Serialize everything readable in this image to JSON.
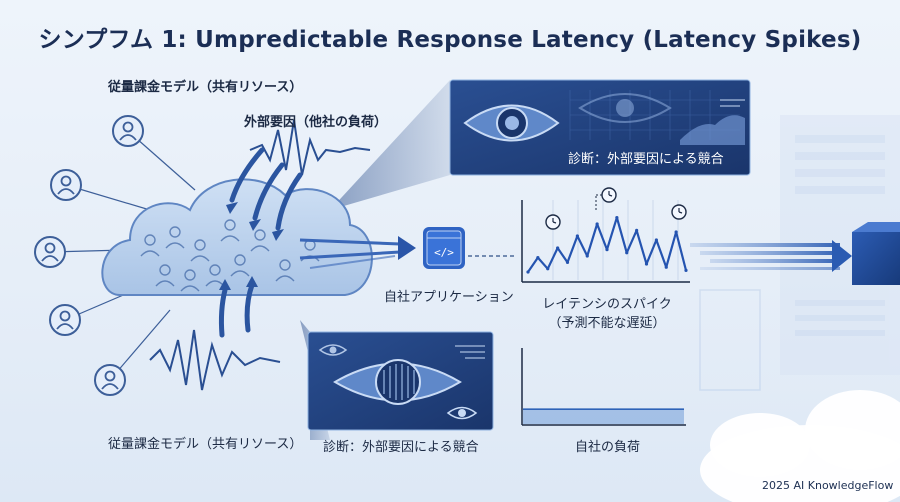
{
  "title": "シンプフム 1: Umpredictable Response Latency (Latency Spikes)",
  "labels": {
    "usage_model_top": "従量課金モデル（共有リソース）",
    "external_factor": "外部要因（他社の負荷）",
    "usage_model_bottom": "従量課金モデル（共有リソース）",
    "own_app": "自社アプリケーション",
    "latency_spike_line1": "レイテンシのスパイク",
    "latency_spike_line2": "（予測不能な遅延）",
    "own_load": "自社の負荷"
  },
  "panels": {
    "top_caption": "診断：外部要因による競合",
    "bottom_caption": "診断：外部要因による競合"
  },
  "app_icon": "code-window-icon",
  "footer": "2025 AI KnowledgeFlow",
  "colors": {
    "navy": "#1b3a78",
    "blue": "#2f63b8",
    "light_blue": "#8fb2e0",
    "panel": "#23447f",
    "accent": "#3a6fd0"
  },
  "chart_data": [
    {
      "type": "line",
      "title": "",
      "series": [
        {
          "values": [
            10,
            28,
            14,
            40,
            22,
            55,
            30,
            70,
            38,
            78,
            34,
            62,
            20,
            50,
            16,
            60,
            12
          ]
        }
      ],
      "grid": true
    },
    {
      "type": "area",
      "title": "",
      "series": [
        {
          "values": [
            20,
            20,
            20,
            20,
            20,
            20,
            20,
            20
          ]
        }
      ],
      "grid": false
    }
  ]
}
